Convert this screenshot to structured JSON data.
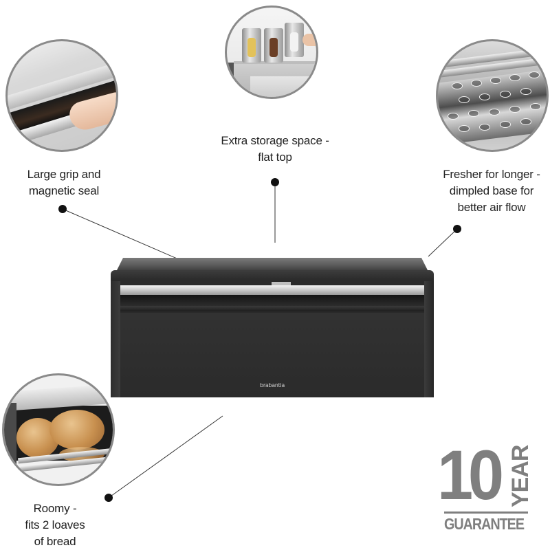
{
  "callouts": [
    {
      "id": "grip",
      "label_lines": [
        "Large grip and",
        "magnetic seal"
      ],
      "inset_image": "hand-pulling-grip-photo"
    },
    {
      "id": "flat-top",
      "label_lines": [
        "Extra storage space -",
        "flat top"
      ],
      "inset_image": "canisters-on-flat-top-photo"
    },
    {
      "id": "dimpled-base",
      "label_lines": [
        "Fresher for longer -",
        "dimpled base for",
        "better air flow"
      ],
      "inset_image": "dimpled-base-closeup-photo"
    },
    {
      "id": "roomy",
      "label_lines": [
        "Roomy -",
        "fits 2 loaves",
        "of bread"
      ],
      "inset_image": "two-loaves-inside-photo"
    }
  ],
  "product": {
    "name": "fall-front-bread-bin",
    "brand_logo": "brabantia",
    "color": "#2a2a2a"
  },
  "guarantee": {
    "number": "10",
    "unit": "YEAR",
    "label": "GUARANTEE",
    "color": "#7f7f7f"
  },
  "colors": {
    "background": "#ffffff",
    "text": "#222222",
    "leader_line": "#333333",
    "inset_border": "#8a8a8a"
  }
}
